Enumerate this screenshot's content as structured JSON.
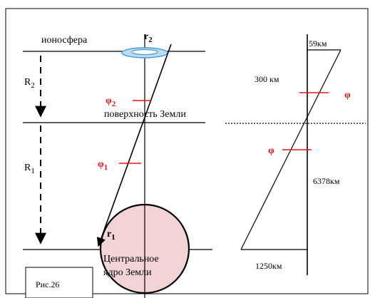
{
  "labels": {
    "ionosphere": "ионосфера",
    "r2": "r",
    "r2_sub": "2",
    "R2": "R",
    "R2_sub": "2",
    "phi2": "φ",
    "phi2_sub": "2",
    "surface": "поверхность  Земли",
    "R1": "R",
    "R1_sub": "1",
    "phi1": "φ",
    "phi1_sub": "1",
    "r1": "r",
    "r1_sub": "1",
    "core_line1": "Центральное",
    "core_line2": "ядро  Земли",
    "figure": "Рис.26"
  },
  "right_diagram": {
    "top_distance": "59км",
    "upper_height": "300 км",
    "phi_upper": "φ",
    "phi_lower": "φ",
    "lower_height": "6378км",
    "base_width": "1250км"
  },
  "colors": {
    "accent_red": "#e8141c",
    "core_fill": "#f2d4d4",
    "ring_blue": "#4a9bd6",
    "ring_fill": "#bcdcf2"
  }
}
